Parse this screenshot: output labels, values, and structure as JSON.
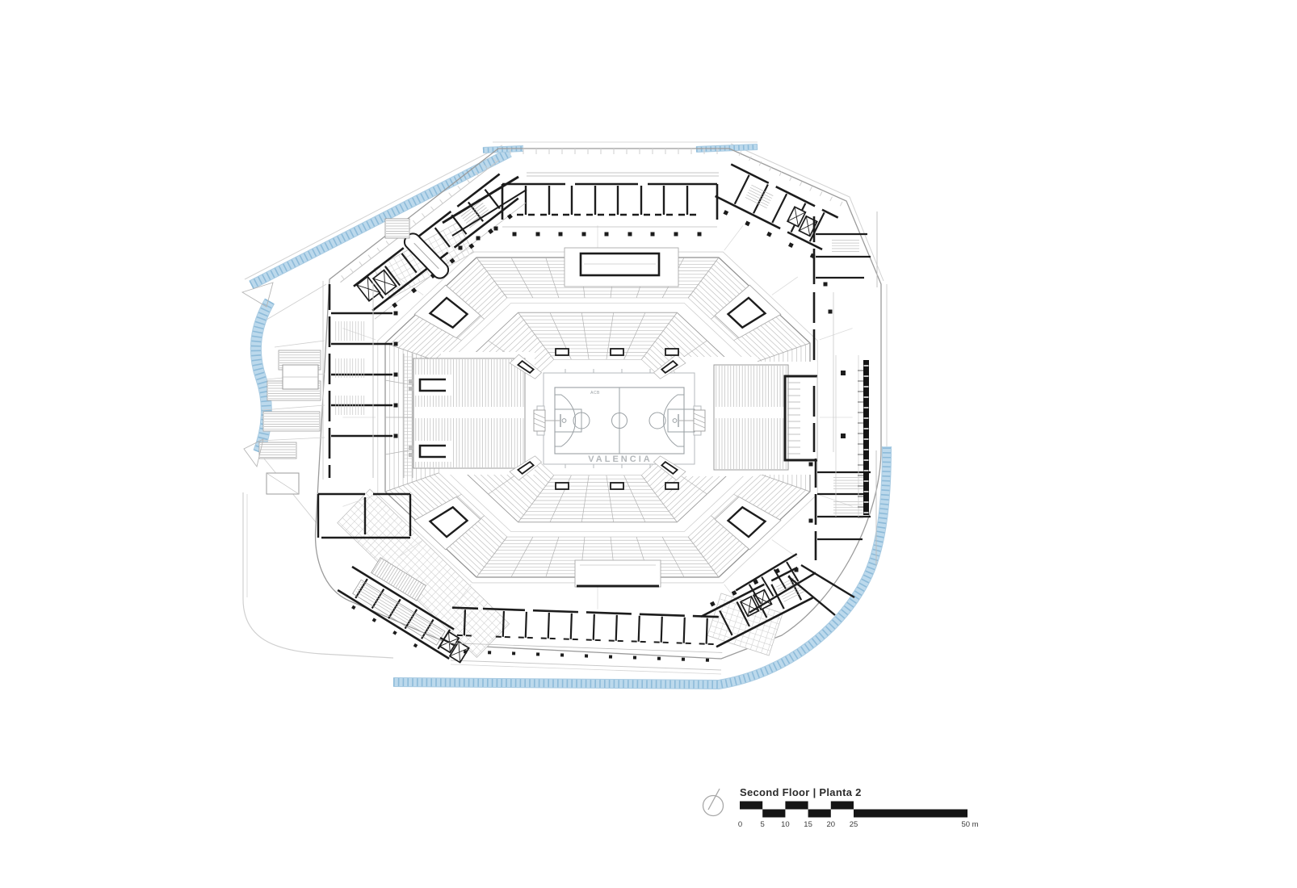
{
  "title_block": {
    "title": "Second Floor | Planta 2"
  },
  "scale_bar": {
    "tick_labels": [
      "0",
      "5",
      "10",
      "15",
      "20",
      "25"
    ],
    "end_label": "50 m"
  },
  "plan": {
    "court_label": "VALENCIA",
    "court_badge": "ACB"
  },
  "icons": {
    "north_arrow": "north-arrow-circle"
  },
  "colors": {
    "canopy_blue": "#bcd9ec",
    "canopy_hatch": "#85b5d6",
    "canopy_edge": "#a9cbe2",
    "wall": "#1c1c1c",
    "gray_line": "#9b9b9b",
    "light_line": "#c9c9c9",
    "seat_line": "#bdbdbd",
    "radial_line": "#b2b2b2",
    "court_line": "#9aa0a4",
    "scale_bar": "#151515"
  }
}
